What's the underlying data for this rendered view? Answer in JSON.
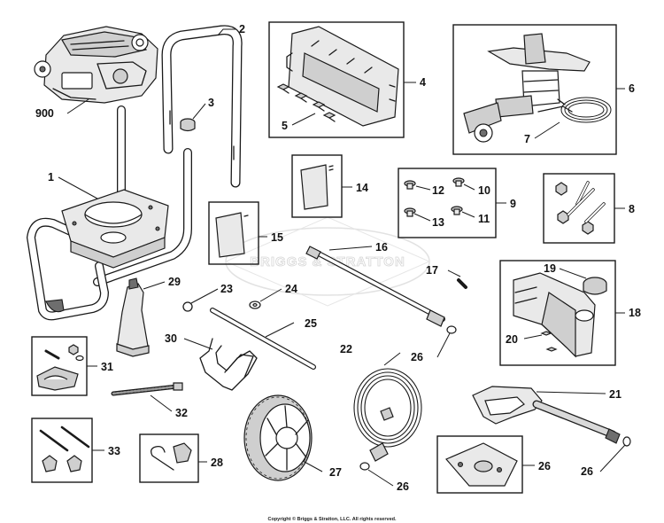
{
  "copyright": "Copyright © Briggs & Stratton, LLC. All rights reserved.",
  "watermark": "BRIGGS & STRATTON",
  "callouts": {
    "c900": "900",
    "c1": "1",
    "c2": "2",
    "c3": "3",
    "c4": "4",
    "c5": "5",
    "c6": "6",
    "c7": "7",
    "c8": "8",
    "c9": "9",
    "c10": "10",
    "c11": "11",
    "c12": "12",
    "c13": "13",
    "c14": "14",
    "c15": "15",
    "c16": "16",
    "c17": "17",
    "c18": "18",
    "c19": "19",
    "c20": "20",
    "c21": "21",
    "c22": "22",
    "c23": "23",
    "c24": "24",
    "c25": "25",
    "c26a": "26",
    "c26b": "26",
    "c26c": "26",
    "c26d": "26",
    "c27": "27",
    "c28": "28",
    "c29": "29",
    "c30": "30",
    "c31": "31",
    "c32": "32",
    "c33": "33"
  }
}
